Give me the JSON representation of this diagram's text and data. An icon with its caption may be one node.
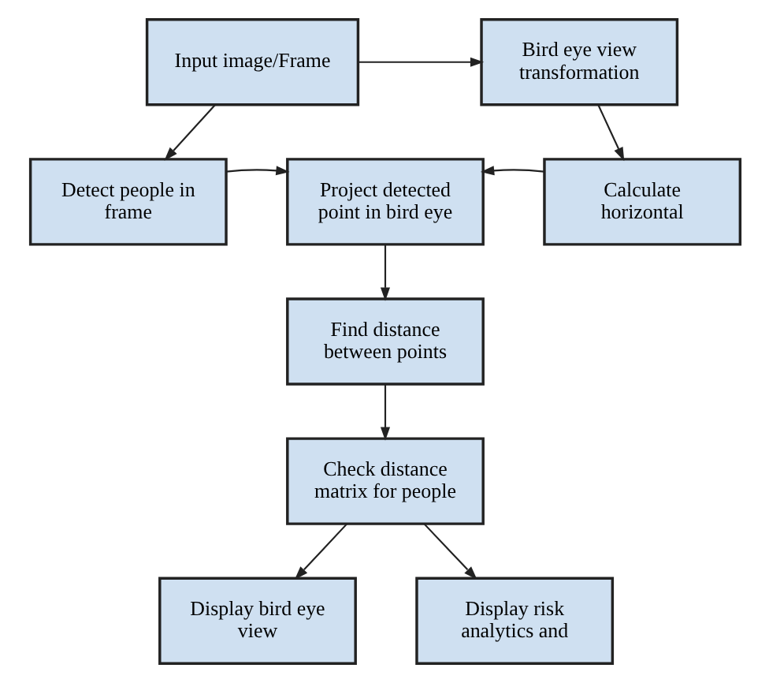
{
  "diagram": {
    "nodes": [
      {
        "text": [
          "Input image/Frame"
        ]
      },
      {
        "text": [
          "Bird eye view transformation"
        ]
      },
      {
        "text": [
          "Detect people in frame"
        ]
      },
      {
        "text": [
          "Project detected point in bird eye"
        ]
      },
      {
        "text": [
          "Calculate horizontal"
        ]
      },
      {
        "text": [
          "Find distance between points"
        ]
      },
      {
        "text": [
          "Check distance matrix for people"
        ]
      },
      {
        "text": [
          "Display bird eye view"
        ]
      },
      {
        "text": [
          "Display risk analytics and"
        ]
      }
    ],
    "edges": [
      {
        "from": 0,
        "to": 1,
        "arrow": "to"
      },
      {
        "from": 0,
        "to": 2,
        "arrow": "to"
      },
      {
        "from": 1,
        "to": 4,
        "arrow": "to"
      },
      {
        "from": 2,
        "to": 3,
        "arrow": "to"
      },
      {
        "from": 4,
        "to": 3,
        "arrow": "to"
      },
      {
        "from": 3,
        "to": 5,
        "arrow": "to"
      },
      {
        "from": 5,
        "to": 6,
        "arrow": "to"
      },
      {
        "from": 6,
        "to": 7,
        "arrow": "to"
      },
      {
        "from": 6,
        "to": 8,
        "arrow": "to"
      }
    ]
  }
}
